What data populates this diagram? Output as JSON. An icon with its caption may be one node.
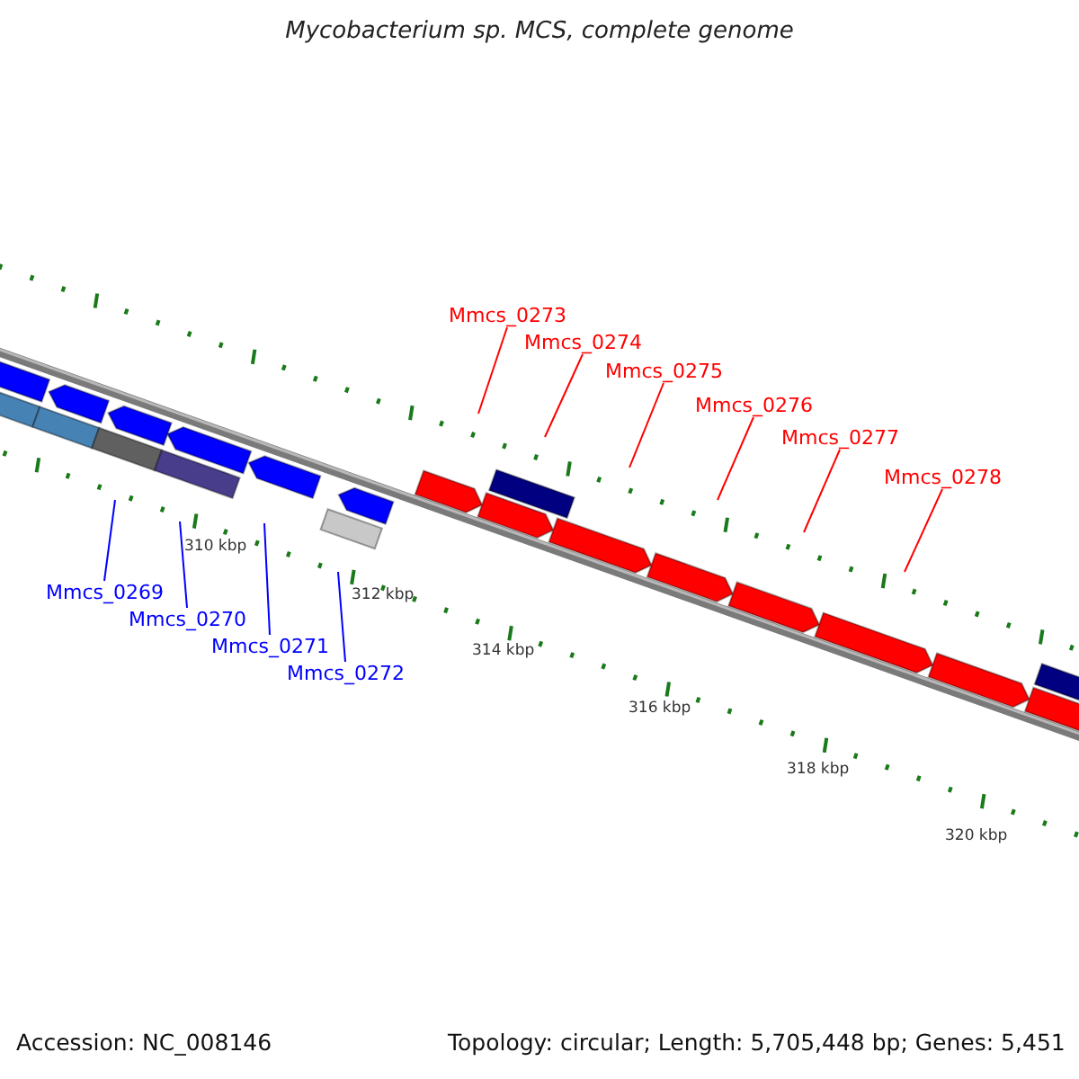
{
  "diagram": {
    "title": "Mycobacterium sp. MCS, complete genome",
    "nodes": [
      {
        "text": [
          "Mmcs_0269"
        ]
      },
      {
        "text": [
          "Mmcs_0270"
        ]
      },
      {
        "text": [
          "Mmcs_0271"
        ]
      },
      {
        "text": [
          "Mmcs_0272"
        ]
      },
      {
        "text": [
          "Mmcs_0273"
        ]
      },
      {
        "text": [
          "Mmcs_0274"
        ]
      },
      {
        "text": [
          "Mmcs_0275"
        ]
      },
      {
        "text": [
          "Mmcs_0276"
        ]
      },
      {
        "text": [
          "Mmcs_0277"
        ]
      },
      {
        "text": [
          "Mmcs_0278"
        ]
      }
    ],
    "edges": [
      {
        "from": 0,
        "to": null,
        "arrow": "none",
        "color": "#0000ff"
      },
      {
        "from": 1,
        "to": null,
        "arrow": "none",
        "color": "#0000ff"
      },
      {
        "from": 2,
        "to": null,
        "arrow": "none",
        "color": "#0000ff"
      },
      {
        "from": 3,
        "to": null,
        "arrow": "none",
        "color": "#0000ff"
      },
      {
        "from": 4,
        "to": null,
        "arrow": "none"
      },
      {
        "from": 5,
        "to": null,
        "arrow": "none"
      },
      {
        "from": 6,
        "to": null,
        "arrow": "none"
      },
      {
        "from": 7,
        "to": null,
        "arrow": "none"
      },
      {
        "from": 8,
        "to": null,
        "arrow": "none"
      },
      {
        "from": 9,
        "to": null,
        "arrow": "none"
      }
    ],
    "labels": [
      "310 kbp",
      "312 kbp",
      "314 kbp",
      "316 kbp",
      "318 kbp",
      "320 kbp",
      "Accession: NC_008146",
      "Topology: circular; Length: 5,705,448 bp; Genes: 5,451"
    ]
  }
}
